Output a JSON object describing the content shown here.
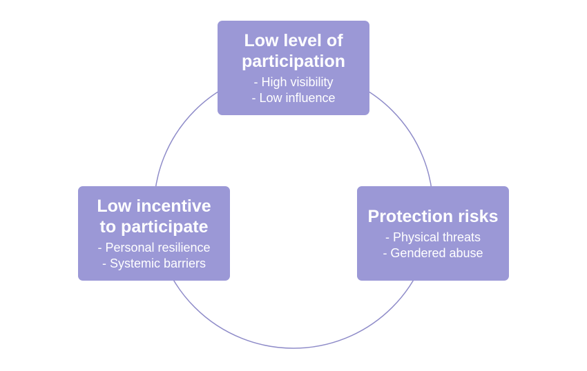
{
  "diagram": {
    "type": "cycle",
    "colors": {
      "node_fill": "#9b98d6",
      "node_text": "#ffffff",
      "ring_stroke": "#8f8cc9"
    },
    "nodes": [
      {
        "id": "top",
        "title_lines": [
          "Low level of",
          "participation"
        ],
        "bullets": [
          "- High visibility",
          "- Low influence"
        ]
      },
      {
        "id": "right",
        "title_lines": [
          "Protection risks"
        ],
        "bullets": [
          "- Physical threats",
          "- Gendered abuse"
        ]
      },
      {
        "id": "left",
        "title_lines": [
          "Low incentive",
          "to participate"
        ],
        "bullets": [
          "- Personal resilience",
          "- Systemic barriers"
        ]
      }
    ]
  }
}
